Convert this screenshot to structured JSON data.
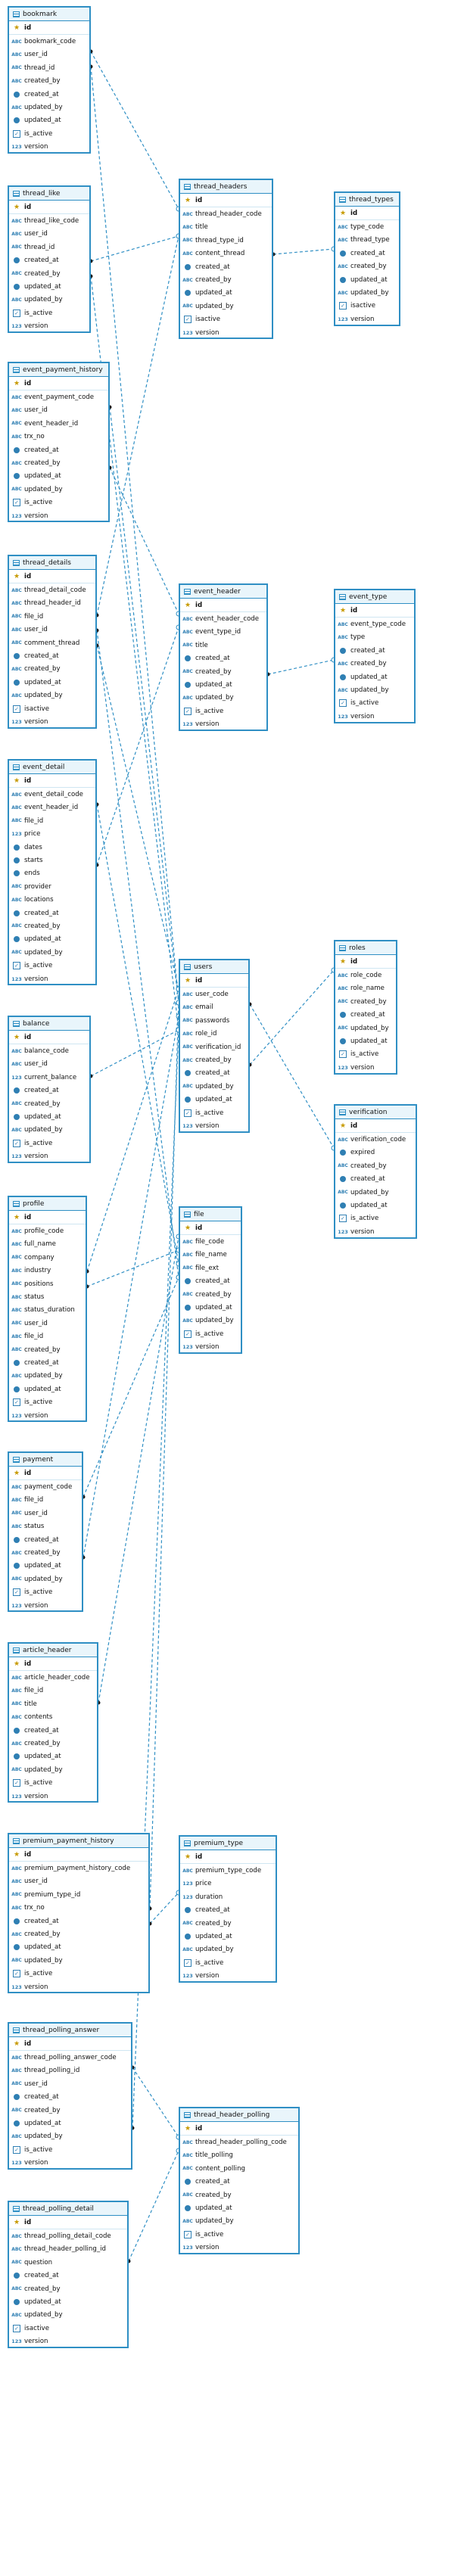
{
  "tables": [
    {
      "key": "bookmark",
      "name": "bookmark",
      "columns": [
        [
          "id",
          "pk"
        ],
        [
          "bookmark_code",
          "str"
        ],
        [
          "user_id",
          "str"
        ],
        [
          "thread_id",
          "str"
        ],
        [
          "created_by",
          "str"
        ],
        [
          "created_at",
          "clk"
        ],
        [
          "updated_by",
          "str"
        ],
        [
          "updated_at",
          "clk"
        ],
        [
          "is_active",
          "chk"
        ],
        [
          "version",
          "num"
        ]
      ]
    },
    {
      "key": "thread_like",
      "name": "thread_like",
      "columns": [
        [
          "id",
          "pk"
        ],
        [
          "thread_like_code",
          "str"
        ],
        [
          "user_id",
          "str"
        ],
        [
          "thread_id",
          "str"
        ],
        [
          "created_at",
          "clk"
        ],
        [
          "created_by",
          "str"
        ],
        [
          "updated_at",
          "clk"
        ],
        [
          "updated_by",
          "str"
        ],
        [
          "is_active",
          "chk"
        ],
        [
          "version",
          "num"
        ]
      ]
    },
    {
      "key": "event_payment_history",
      "name": "event_payment_history",
      "columns": [
        [
          "id",
          "pk"
        ],
        [
          "event_payment_code",
          "str"
        ],
        [
          "user_id",
          "str"
        ],
        [
          "event_header_id",
          "str"
        ],
        [
          "trx_no",
          "str"
        ],
        [
          "created_at",
          "clk"
        ],
        [
          "created_by",
          "str"
        ],
        [
          "updated_at",
          "clk"
        ],
        [
          "updated_by",
          "str"
        ],
        [
          "is_active",
          "chk"
        ],
        [
          "version",
          "num"
        ]
      ]
    },
    {
      "key": "thread_details",
      "name": "thread_details",
      "columns": [
        [
          "id",
          "pk"
        ],
        [
          "thread_detail_code",
          "str"
        ],
        [
          "thread_header_id",
          "str"
        ],
        [
          "file_id",
          "str"
        ],
        [
          "user_id",
          "str"
        ],
        [
          "comment_thread",
          "str"
        ],
        [
          "created_at",
          "clk"
        ],
        [
          "created_by",
          "str"
        ],
        [
          "updated_at",
          "clk"
        ],
        [
          "updated_by",
          "str"
        ],
        [
          "isactive",
          "chk"
        ],
        [
          "version",
          "num"
        ]
      ]
    },
    {
      "key": "event_detail",
      "name": "event_detail",
      "columns": [
        [
          "id",
          "pk"
        ],
        [
          "event_detail_code",
          "str"
        ],
        [
          "event_header_id",
          "str"
        ],
        [
          "file_id",
          "str"
        ],
        [
          "price",
          "num"
        ],
        [
          "dates",
          "clk"
        ],
        [
          "starts",
          "clk"
        ],
        [
          "ends",
          "clk"
        ],
        [
          "provider",
          "str"
        ],
        [
          "locations",
          "str"
        ],
        [
          "created_at",
          "clk"
        ],
        [
          "created_by",
          "str"
        ],
        [
          "updated_at",
          "clk"
        ],
        [
          "updated_by",
          "str"
        ],
        [
          "is_active",
          "chk"
        ],
        [
          "version",
          "num"
        ]
      ]
    },
    {
      "key": "balance",
      "name": "balance",
      "columns": [
        [
          "id",
          "pk"
        ],
        [
          "balance_code",
          "str"
        ],
        [
          "user_id",
          "str"
        ],
        [
          "current_balance",
          "num"
        ],
        [
          "created_at",
          "clk"
        ],
        [
          "created_by",
          "str"
        ],
        [
          "updated_at",
          "clk"
        ],
        [
          "updated_by",
          "str"
        ],
        [
          "is_active",
          "chk"
        ],
        [
          "version",
          "num"
        ]
      ]
    },
    {
      "key": "profile",
      "name": "profile",
      "columns": [
        [
          "id",
          "pk"
        ],
        [
          "profile_code",
          "str"
        ],
        [
          "full_name",
          "str"
        ],
        [
          "company",
          "str"
        ],
        [
          "industry",
          "str"
        ],
        [
          "positions",
          "str"
        ],
        [
          "status",
          "str"
        ],
        [
          "status_duration",
          "str"
        ],
        [
          "user_id",
          "str"
        ],
        [
          "file_id",
          "str"
        ],
        [
          "created_by",
          "str"
        ],
        [
          "created_at",
          "clk"
        ],
        [
          "updated_by",
          "str"
        ],
        [
          "updated_at",
          "clk"
        ],
        [
          "is_active",
          "chk"
        ],
        [
          "version",
          "num"
        ]
      ]
    },
    {
      "key": "payment",
      "name": "payment",
      "columns": [
        [
          "id",
          "pk"
        ],
        [
          "payment_code",
          "str"
        ],
        [
          "file_id",
          "str"
        ],
        [
          "user_id",
          "str"
        ],
        [
          "status",
          "str"
        ],
        [
          "created_at",
          "clk"
        ],
        [
          "created_by",
          "str"
        ],
        [
          "updated_at",
          "clk"
        ],
        [
          "updated_by",
          "str"
        ],
        [
          "is_active",
          "chk"
        ],
        [
          "version",
          "num"
        ]
      ]
    },
    {
      "key": "article_header",
      "name": "article_header",
      "columns": [
        [
          "id",
          "pk"
        ],
        [
          "article_header_code",
          "str"
        ],
        [
          "file_id",
          "str"
        ],
        [
          "title",
          "str"
        ],
        [
          "contents",
          "str"
        ],
        [
          "created_at",
          "clk"
        ],
        [
          "created_by",
          "str"
        ],
        [
          "updated_at",
          "clk"
        ],
        [
          "updated_by",
          "str"
        ],
        [
          "is_active",
          "chk"
        ],
        [
          "version",
          "num"
        ]
      ]
    },
    {
      "key": "premium_payment_history",
      "name": "premium_payment_history",
      "columns": [
        [
          "id",
          "pk"
        ],
        [
          "premium_payment_history_code",
          "str"
        ],
        [
          "user_id",
          "str"
        ],
        [
          "premium_type_id",
          "str"
        ],
        [
          "trx_no",
          "str"
        ],
        [
          "created_at",
          "clk"
        ],
        [
          "created_by",
          "str"
        ],
        [
          "updated_at",
          "clk"
        ],
        [
          "updated_by",
          "str"
        ],
        [
          "is_active",
          "chk"
        ],
        [
          "version",
          "num"
        ]
      ]
    },
    {
      "key": "thread_polling_answer",
      "name": "thread_polling_answer",
      "columns": [
        [
          "id",
          "pk"
        ],
        [
          "thread_polling_answer_code",
          "str"
        ],
        [
          "thread_polling_id",
          "str"
        ],
        [
          "user_id",
          "str"
        ],
        [
          "created_at",
          "clk"
        ],
        [
          "created_by",
          "str"
        ],
        [
          "updated_at",
          "clk"
        ],
        [
          "updated_by",
          "str"
        ],
        [
          "is_active",
          "chk"
        ],
        [
          "version",
          "num"
        ]
      ]
    },
    {
      "key": "thread_polling_detail",
      "name": "thread_polling_detail",
      "columns": [
        [
          "id",
          "pk"
        ],
        [
          "thread_polling_detail_code",
          "str"
        ],
        [
          "thread_header_polling_id",
          "str"
        ],
        [
          "question",
          "str"
        ],
        [
          "created_at",
          "clk"
        ],
        [
          "created_by",
          "str"
        ],
        [
          "updated_at",
          "clk"
        ],
        [
          "updated_by",
          "str"
        ],
        [
          "isactive",
          "chk"
        ],
        [
          "version",
          "num"
        ]
      ]
    },
    {
      "key": "thread_headers",
      "name": "thread_headers",
      "columns": [
        [
          "id",
          "pk"
        ],
        [
          "thread_header_code",
          "str"
        ],
        [
          "title",
          "str"
        ],
        [
          "thread_type_id",
          "str"
        ],
        [
          "content_thread",
          "str"
        ],
        [
          "created_at",
          "clk"
        ],
        [
          "created_by",
          "str"
        ],
        [
          "updated_at",
          "clk"
        ],
        [
          "updated_by",
          "str"
        ],
        [
          "isactive",
          "chk"
        ],
        [
          "version",
          "num"
        ]
      ]
    },
    {
      "key": "event_header",
      "name": "event_header",
      "columns": [
        [
          "id",
          "pk"
        ],
        [
          "event_header_code",
          "str"
        ],
        [
          "event_type_id",
          "str"
        ],
        [
          "title",
          "str"
        ],
        [
          "created_at",
          "clk"
        ],
        [
          "created_by",
          "str"
        ],
        [
          "updated_at",
          "clk"
        ],
        [
          "updated_by",
          "str"
        ],
        [
          "is_active",
          "chk"
        ],
        [
          "version",
          "num"
        ]
      ]
    },
    {
      "key": "users",
      "name": "users",
      "columns": [
        [
          "id",
          "pk"
        ],
        [
          "user_code",
          "str"
        ],
        [
          "email",
          "str"
        ],
        [
          "passwords",
          "str"
        ],
        [
          "role_id",
          "str"
        ],
        [
          "verification_id",
          "str"
        ],
        [
          "created_by",
          "str"
        ],
        [
          "created_at",
          "clk"
        ],
        [
          "updated_by",
          "str"
        ],
        [
          "updated_at",
          "clk"
        ],
        [
          "is_active",
          "chk"
        ],
        [
          "version",
          "num"
        ]
      ]
    },
    {
      "key": "file",
      "name": "file",
      "columns": [
        [
          "id",
          "pk"
        ],
        [
          "file_code",
          "str"
        ],
        [
          "file_name",
          "str"
        ],
        [
          "file_ext",
          "str"
        ],
        [
          "created_at",
          "clk"
        ],
        [
          "created_by",
          "str"
        ],
        [
          "updated_at",
          "clk"
        ],
        [
          "updated_by",
          "str"
        ],
        [
          "is_active",
          "chk"
        ],
        [
          "version",
          "num"
        ]
      ]
    },
    {
      "key": "premium_type",
      "name": "premium_type",
      "columns": [
        [
          "id",
          "pk"
        ],
        [
          "premium_type_code",
          "str"
        ],
        [
          "price",
          "num"
        ],
        [
          "duration",
          "num"
        ],
        [
          "created_at",
          "clk"
        ],
        [
          "created_by",
          "str"
        ],
        [
          "updated_at",
          "clk"
        ],
        [
          "updated_by",
          "str"
        ],
        [
          "is_active",
          "chk"
        ],
        [
          "version",
          "num"
        ]
      ]
    },
    {
      "key": "thread_header_polling",
      "name": "thread_header_polling",
      "columns": [
        [
          "id",
          "pk"
        ],
        [
          "thread_header_polling_code",
          "str"
        ],
        [
          "title_polling",
          "str"
        ],
        [
          "content_polling",
          "str"
        ],
        [
          "created_at",
          "clk"
        ],
        [
          "created_by",
          "str"
        ],
        [
          "updated_at",
          "clk"
        ],
        [
          "updated_by",
          "str"
        ],
        [
          "is_active",
          "chk"
        ],
        [
          "version",
          "num"
        ]
      ]
    },
    {
      "key": "thread_types",
      "name": "thread_types",
      "columns": [
        [
          "id",
          "pk"
        ],
        [
          "type_code",
          "str"
        ],
        [
          "thread_type",
          "str"
        ],
        [
          "created_at",
          "clk"
        ],
        [
          "created_by",
          "str"
        ],
        [
          "updated_at",
          "clk"
        ],
        [
          "updated_by",
          "str"
        ],
        [
          "isactive",
          "chk"
        ],
        [
          "version",
          "num"
        ]
      ]
    },
    {
      "key": "event_type",
      "name": "event_type",
      "columns": [
        [
          "id",
          "pk"
        ],
        [
          "event_type_code",
          "str"
        ],
        [
          "type",
          "str"
        ],
        [
          "created_at",
          "clk"
        ],
        [
          "created_by",
          "str"
        ],
        [
          "updated_at",
          "clk"
        ],
        [
          "updated_by",
          "str"
        ],
        [
          "is_active",
          "chk"
        ],
        [
          "version",
          "num"
        ]
      ]
    },
    {
      "key": "roles",
      "name": "roles",
      "columns": [
        [
          "id",
          "pk"
        ],
        [
          "role_code",
          "str"
        ],
        [
          "role_name",
          "str"
        ],
        [
          "created_by",
          "str"
        ],
        [
          "created_at",
          "clk"
        ],
        [
          "updated_by",
          "str"
        ],
        [
          "updated_at",
          "clk"
        ],
        [
          "is_active",
          "chk"
        ],
        [
          "version",
          "num"
        ]
      ]
    },
    {
      "key": "verification",
      "name": "verification",
      "columns": [
        [
          "id",
          "pk"
        ],
        [
          "verification_code",
          "str"
        ],
        [
          "expired",
          "clk"
        ],
        [
          "created_by",
          "str"
        ],
        [
          "created_at",
          "clk"
        ],
        [
          "updated_by",
          "str"
        ],
        [
          "updated_at",
          "clk"
        ],
        [
          "is_active",
          "chk"
        ],
        [
          "version",
          "num"
        ]
      ]
    }
  ],
  "relations": [
    [
      "bookmark",
      "thread_headers"
    ],
    [
      "bookmark",
      "users"
    ],
    [
      "thread_like",
      "thread_headers"
    ],
    [
      "thread_like",
      "users"
    ],
    [
      "event_payment_history",
      "event_header"
    ],
    [
      "event_payment_history",
      "users"
    ],
    [
      "thread_details",
      "thread_headers"
    ],
    [
      "thread_details",
      "file"
    ],
    [
      "thread_details",
      "users"
    ],
    [
      "event_detail",
      "event_header"
    ],
    [
      "event_detail",
      "file"
    ],
    [
      "balance",
      "users"
    ],
    [
      "profile",
      "users"
    ],
    [
      "profile",
      "file"
    ],
    [
      "payment",
      "users"
    ],
    [
      "payment",
      "file"
    ],
    [
      "article_header",
      "file"
    ],
    [
      "premium_payment_history",
      "users"
    ],
    [
      "premium_payment_history",
      "premium_type"
    ],
    [
      "thread_polling_answer",
      "users"
    ],
    [
      "thread_polling_answer",
      "thread_header_polling"
    ],
    [
      "thread_polling_detail",
      "thread_header_polling"
    ],
    [
      "thread_headers",
      "thread_types"
    ],
    [
      "event_header",
      "event_type"
    ],
    [
      "users",
      "roles"
    ],
    [
      "users",
      "verification"
    ]
  ]
}
